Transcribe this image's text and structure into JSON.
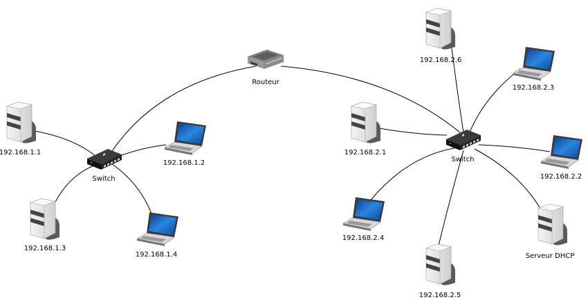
{
  "diagram": {
    "router": {
      "label": "Routeur",
      "icon": "router-icon"
    },
    "switches": [
      {
        "id": "switch-left",
        "label": "Switch",
        "icon": "switch-icon"
      },
      {
        "id": "switch-right",
        "label": "Switch",
        "icon": "switch-icon"
      }
    ],
    "devices": [
      {
        "id": "pc-1-1",
        "label": "192.168.1.1",
        "icon": "server-tower-icon"
      },
      {
        "id": "pc-1-2",
        "label": "192.168.1.2",
        "icon": "laptop-icon"
      },
      {
        "id": "pc-1-3",
        "label": "192.168.1.3",
        "icon": "server-tower-icon"
      },
      {
        "id": "pc-1-4",
        "label": "192.168.1.4",
        "icon": "laptop-icon"
      },
      {
        "id": "pc-2-1",
        "label": "192.168.2.1",
        "icon": "server-tower-icon"
      },
      {
        "id": "pc-2-2",
        "label": "192.168.2.2",
        "icon": "laptop-icon"
      },
      {
        "id": "pc-2-3",
        "label": "192.168.2.3",
        "icon": "laptop-icon"
      },
      {
        "id": "pc-2-4",
        "label": "192.168.2.4",
        "icon": "laptop-icon"
      },
      {
        "id": "pc-2-5",
        "label": "192.168.2.5",
        "icon": "server-tower-icon"
      },
      {
        "id": "pc-2-6",
        "label": "192.168.2.6",
        "icon": "server-tower-icon"
      },
      {
        "id": "dhcp",
        "label": "Serveur DHCP",
        "icon": "server-tower-icon"
      }
    ],
    "colors": {
      "line": "#000000",
      "screen": "#1a6fd0",
      "device_light": "#e8e8e8",
      "device_dark": "#555555"
    }
  }
}
